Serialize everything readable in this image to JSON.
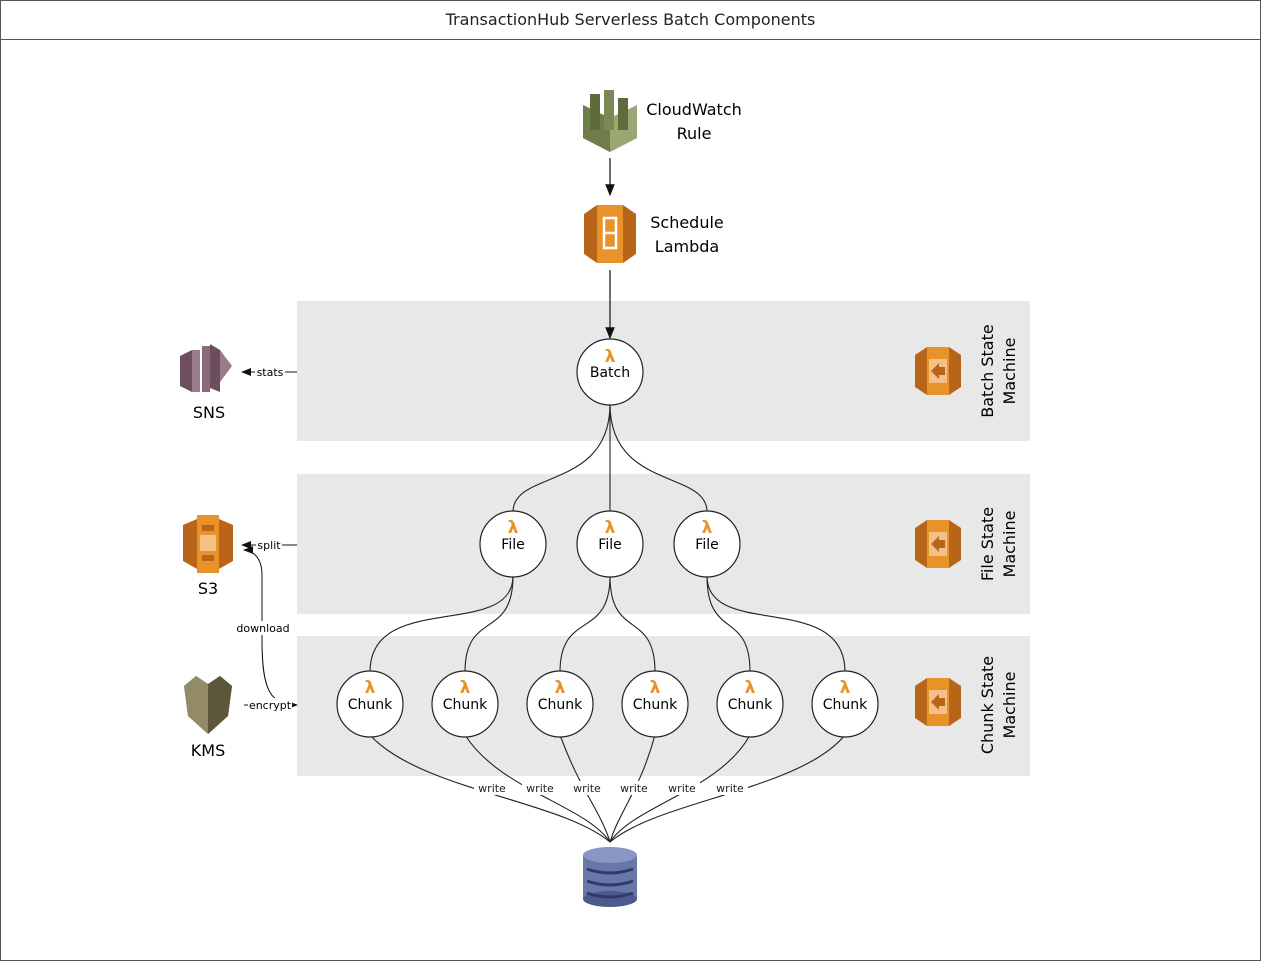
{
  "title": "TransactionHub Serverless Batch Components",
  "nodes": {
    "cloudwatch": {
      "line1": "CloudWatch",
      "line2": "Rule"
    },
    "schedule": {
      "line1": "Schedule",
      "line2": "Lambda"
    },
    "batch": {
      "label": "Batch",
      "symbol": "λ"
    },
    "files": [
      {
        "label": "File"
      },
      {
        "label": "File"
      },
      {
        "label": "File"
      }
    ],
    "chunks": [
      {
        "label": "Chunk"
      },
      {
        "label": "Chunk"
      },
      {
        "label": "Chunk"
      },
      {
        "label": "Chunk"
      },
      {
        "label": "Chunk"
      },
      {
        "label": "Chunk"
      }
    ],
    "lambda_symbol": "λ"
  },
  "lanes": {
    "batch": {
      "line1": "Batch State",
      "line2": "Machine"
    },
    "file": {
      "line1": "File State",
      "line2": "Machine"
    },
    "chunk": {
      "line1": "Chunk State",
      "line2": "Machine"
    }
  },
  "services": {
    "sns": "SNS",
    "s3": "S3",
    "kms": "KMS"
  },
  "edge_labels": {
    "stats": "stats",
    "split": "split",
    "download": "download",
    "encrypt": "encrypt",
    "write": "write"
  },
  "colors": {
    "lane_bg": "#e8e8e8",
    "aws_orange": "#e8922a",
    "aws_orange_dark": "#b8651a",
    "cloudwatch_green": "#7a8a5a",
    "sns_purple": "#8a6a7a",
    "kms_olive": "#7a7050",
    "db_blue": "#6a76a8"
  }
}
